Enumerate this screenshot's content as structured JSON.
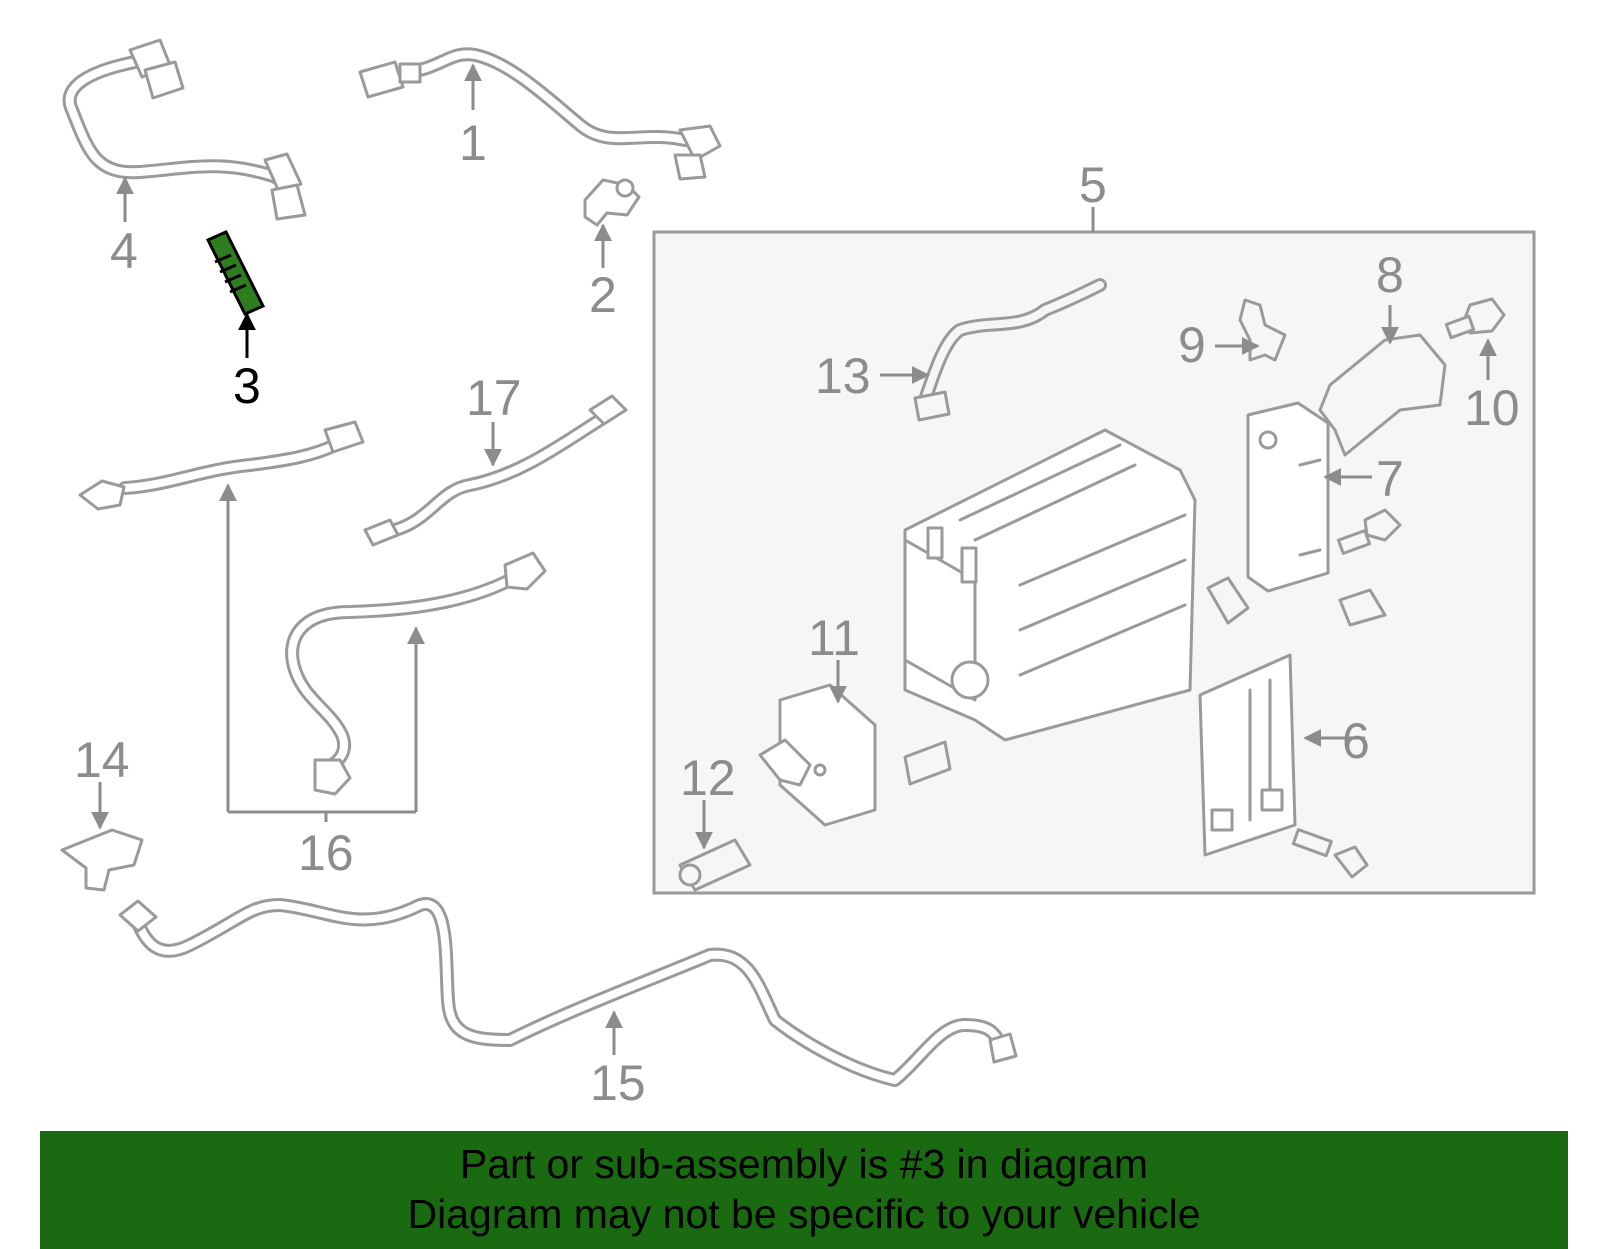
{
  "diagram": {
    "highlight_color": "#2e7d1f",
    "banner_color": "#1a6a12",
    "highlighted_part": "3",
    "callouts": [
      "1",
      "2",
      "3",
      "4",
      "5",
      "6",
      "7",
      "8",
      "9",
      "10",
      "11",
      "12",
      "13",
      "14",
      "15",
      "16",
      "17"
    ]
  },
  "banner": {
    "line1": "Part or sub-assembly is #3 in diagram",
    "line2": "Diagram may not be specific to your vehicle"
  }
}
